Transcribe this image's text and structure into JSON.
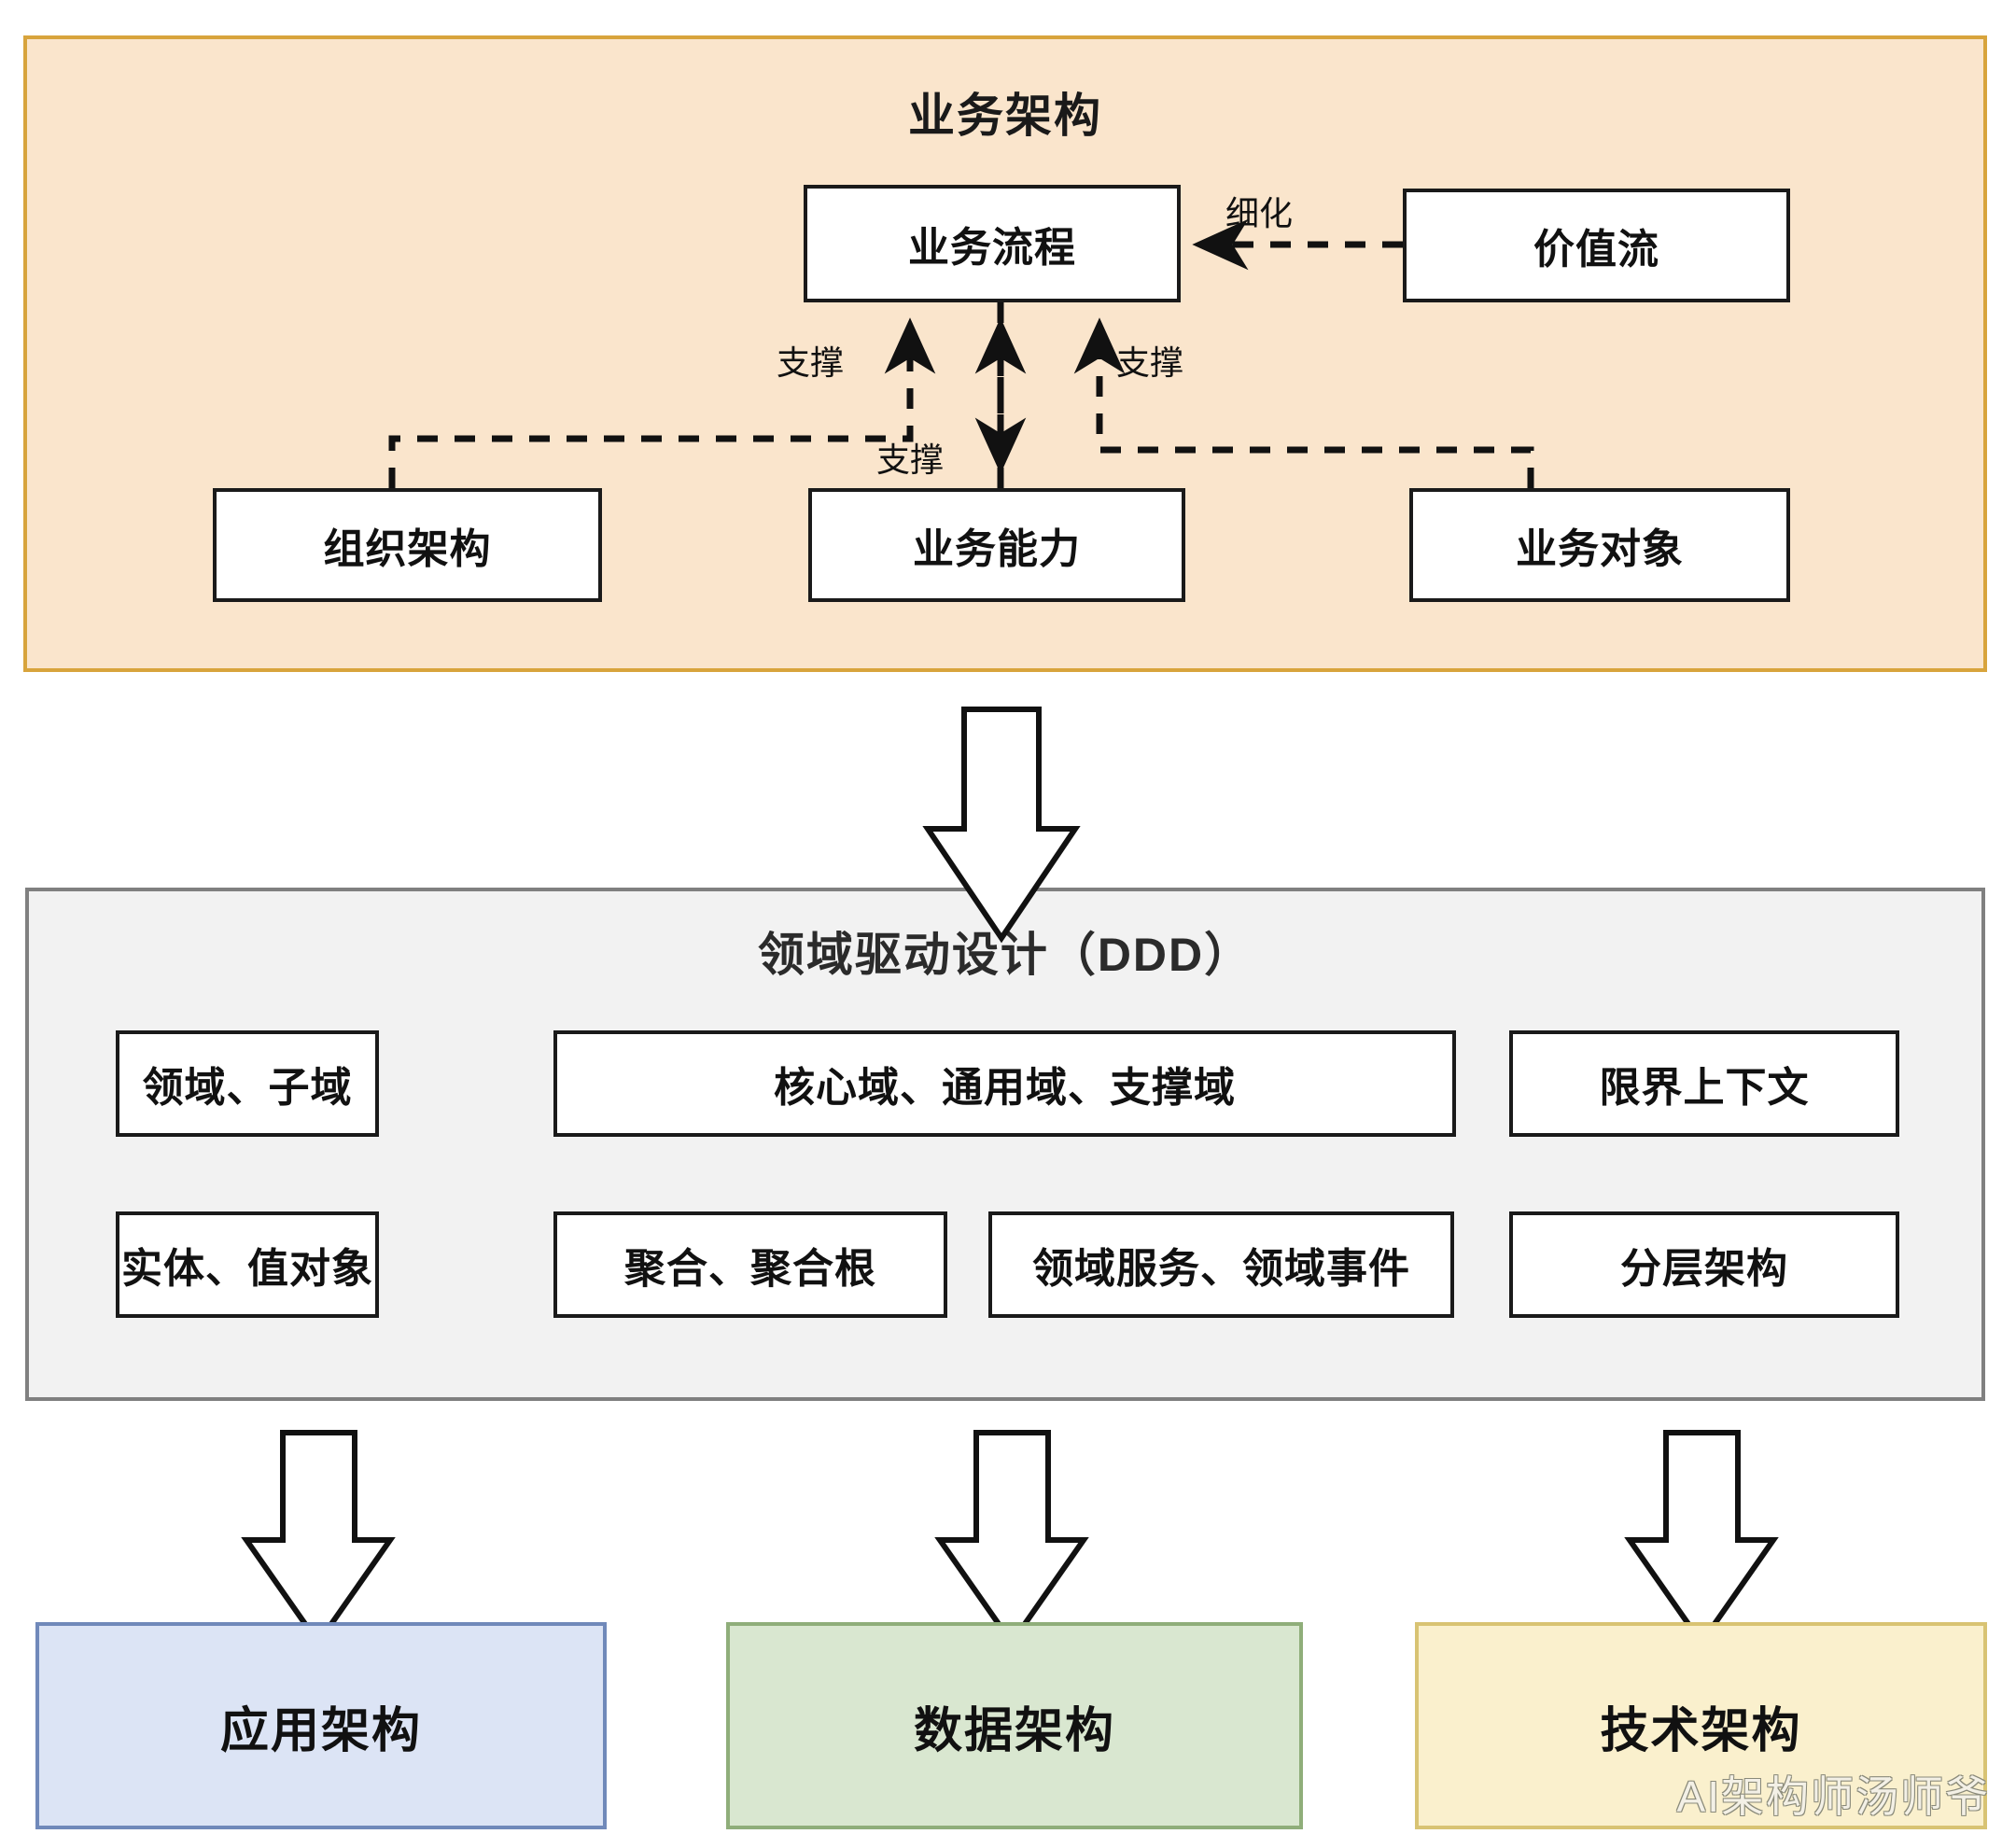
{
  "diagram": {
    "title_business": "业务架构",
    "title_ddd": "领域驱动设计（DDD）",
    "watermark": "AI架构师汤师爷"
  },
  "business_layer": {
    "title": "业务架构",
    "nodes": {
      "business_process": "业务流程",
      "value_stream": "价值流",
      "org_structure": "组织架构",
      "business_ability": "业务能力",
      "business_object": "业务对象"
    },
    "edge_labels": {
      "refine": "细化",
      "support_left": "支撑",
      "support_center": "支撑",
      "support_right": "支撑"
    }
  },
  "ddd_layer": {
    "title": "领域驱动设计（DDD）",
    "row1": [
      "领域、子域",
      "核心域、通用域、支撑域",
      "限界上下文"
    ],
    "row2": [
      "实体、值对象",
      "聚合、聚合根",
      "领域服务、领域事件",
      "分层架构"
    ]
  },
  "result_layer": {
    "boxes": [
      {
        "label": "应用架构",
        "fill": "#DCE4F5",
        "border": "#7089BA"
      },
      {
        "label": "数据架构",
        "fill": "#D9E7D0",
        "border": "#8FAE7A"
      },
      {
        "label": "技术架构",
        "fill": "#FAF0CD",
        "border": "#D8C373"
      }
    ]
  },
  "colors": {
    "business_fill": "#FAE5CC",
    "business_border": "#D8A43C",
    "ddd_fill": "#F2F2F2",
    "ddd_border": "#808080",
    "node_border": "#1A1A1A",
    "node_fill": "#FFFFFF"
  }
}
